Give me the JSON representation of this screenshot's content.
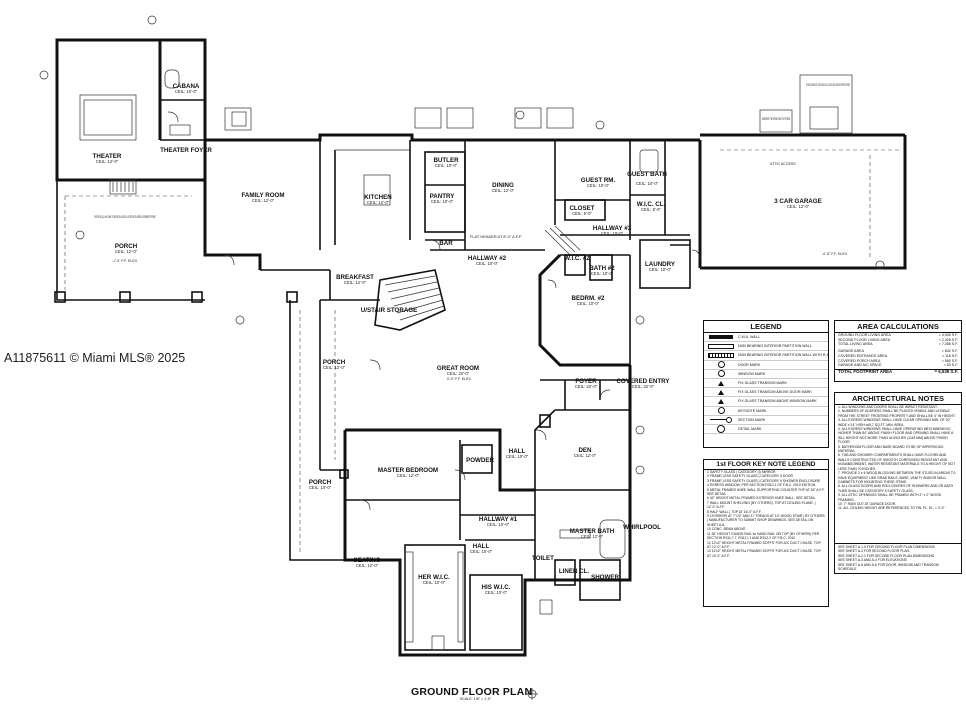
{
  "watermark": "A11875611 © Miami MLS® 2025",
  "plan_title": "GROUND FLOOR PLAN",
  "plan_scale": "SCALE: 1/8\" = 1'-0\"",
  "rooms": {
    "theater": {
      "name": "THEATER",
      "ceil": "CEIL: 12'-0\""
    },
    "cabana": {
      "name": "CABANA",
      "ceil": "CEIL: 10'-0\""
    },
    "theater_foyer": {
      "name": "THEATER FOYER",
      "ceil": ""
    },
    "porch_left": {
      "name": "PORCH",
      "ceil": "CEIL: 12'-0\""
    },
    "family_room": {
      "name": "FAMILY ROOM",
      "ceil": "CEIL: 12'-0\""
    },
    "kitchen": {
      "name": "KITCHEN",
      "ceil": "CEIL: 12'-0\""
    },
    "butler": {
      "name": "BUTLER",
      "ceil": "CEIL: 10'-0\""
    },
    "pantry": {
      "name": "PANTRY",
      "ceil": "CEIL: 10'-0\""
    },
    "bar": {
      "name": "BAR",
      "ceil": ""
    },
    "dining": {
      "name": "DINING",
      "ceil": "CEIL: 12'-0\""
    },
    "guest_rm": {
      "name": "GUEST RM.",
      "ceil": "CEIL: 10'-0\""
    },
    "closet": {
      "name": "CLOSET",
      "ceil": "CEIL: 9'-0\""
    },
    "guest_bath": {
      "name": "GUEST BATH",
      "ceil": "CEIL: 10'-0\""
    },
    "wic_cl": {
      "name": "W.I.C. CL.",
      "ceil": "CEIL: 9'-0\""
    },
    "garage": {
      "name": "3 CAR GARAGE",
      "ceil": "CEIL: 12'-0\""
    },
    "hallway3": {
      "name": "HALLWAY #3",
      "ceil": "CEIL: 10'-0\""
    },
    "hallway2": {
      "name": "HALLWAY #2",
      "ceil": "CEIL: 10'-0\""
    },
    "bath2": {
      "name": "BATH #2",
      "ceil": "CEIL: 10'-0\""
    },
    "wic2": {
      "name": "W.I.C. #2",
      "ceil": ""
    },
    "laundry": {
      "name": "LAUNDRY",
      "ceil": "CEIL: 10'-0\""
    },
    "breakfast": {
      "name": "BREAKFAST",
      "ceil": "CEIL: 12'-0\""
    },
    "ustair": {
      "name": "U/STAIR STORAGE",
      "ceil": ""
    },
    "bedroom2": {
      "name": "BEDRM. #2",
      "ceil": "CEIL: 10'-0\""
    },
    "porch_mid": {
      "name": "PORCH",
      "ceil": "CEIL: 12'-0\""
    },
    "great_room": {
      "name": "GREAT ROOM",
      "ceil": "CEIL: 22'-0\""
    },
    "foyer": {
      "name": "FOYER",
      "ceil": "CEIL: 22'-0\""
    },
    "covered_entry": {
      "name": "COVERED ENTRY",
      "ceil": "CEIL: 22'-0\""
    },
    "master_bedroom": {
      "name": "MASTER BEDROOM",
      "ceil": "CEIL: 12'-0\""
    },
    "powder": {
      "name": "POWDER",
      "ceil": ""
    },
    "hall": {
      "name": "HALL",
      "ceil": "CEIL: 10'-0\""
    },
    "den": {
      "name": "DEN",
      "ceil": "CEIL: 12'-0\""
    },
    "porch_low": {
      "name": "PORCH",
      "ceil": "CEIL: 10'-0\""
    },
    "hallway1": {
      "name": "HALLWAY #1",
      "ceil": "CEIL: 10'-0\""
    },
    "master_bath": {
      "name": "MASTER BATH",
      "ceil": "CEIL: 12'-0\""
    },
    "whirlpool": {
      "name": "WHIRLPOOL",
      "ceil": ""
    },
    "seating": {
      "name": "SEATING",
      "ceil": "CEIL: 12'-0\""
    },
    "hall_low": {
      "name": "HALL",
      "ceil": "CEIL: 10'-0\""
    },
    "her_wic": {
      "name": "HER W.I.C.",
      "ceil": "CEIL: 10'-0\""
    },
    "his_wic": {
      "name": "HIS W.I.C.",
      "ceil": "CEIL: 10'-0\""
    },
    "toilet": {
      "name": "TOILET",
      "ceil": ""
    },
    "linen_cl": {
      "name": "LINEN CL.",
      "ceil": ""
    },
    "shower": {
      "name": "SHOWER",
      "ceil": ""
    }
  },
  "legend": {
    "title": "LEGEND",
    "items": [
      "C.M.U. WALL",
      "NON BEARING INTERIOR PARTITION WALL",
      "NON BEARING INTERIOR PARTITION WALL WITH R-11 THERMAL BATT INSULATION",
      "DOOR MARK",
      "WINDOW MARK",
      "FIX GLASS TRANSOM MARK",
      "FIX GLASS TRANSOM ABOVE DOOR MARK",
      "FIX GLASS TRANSOM ABOVE WINDOW MARK",
      "KEYNOTE MARK",
      "SECTION MARK",
      "DETAIL MARK"
    ]
  },
  "area_calc": {
    "title": "AREA CALCULATIONS",
    "rows": [
      {
        "label": "GROUND FLOOR LIVING AREA",
        "value": "= 4,940 S.F."
      },
      {
        "label": "SECOND FLOOR LIVING AREA",
        "value": "= 2,326 S.F."
      },
      {
        "label": "TOTAL LIVING AREA",
        "value": "= 7,266 S.F."
      },
      {
        "label": "GARAGE AREA",
        "value": "= 842 S.F."
      },
      {
        "label": "COVERED ENTRANCE AREA",
        "value": "= 116 S.F."
      },
      {
        "label": "COVERED PORCH AREA",
        "value": "= 580 S.F."
      },
      {
        "label": "GARAGE AND A/C SPACE",
        "value": "= 53 S.F."
      }
    ],
    "total_label": "TOTAL FOOTPRINT AREA",
    "total_value": "= 6,539 S.F."
  },
  "arch_notes": {
    "title": "ARCHITECTURAL NOTES",
    "items": [
      "1. ALL WINDOWS AND DOORS SHALL BE IMPACT RESISTANT.",
      "2. NUMBERS OF ADDRESS SHALL BE PLACED VISIBLE AND LEGIBLE FROM THE STREET FRONTING PROPERTY AND SHALL BE 4\" IN HEIGHT.",
      "3. ALL EGRESS WINDOWS SHALL HAVE CLEAR OPENING MIN. OF 20\" WIDE x 24\" HIGH w/5.7 SQ.FT. MIN. AREA.",
      "4. ALL EGRESS WINDOWS SHALL HAVE OPERATING MECHANISM NO HIGHER THAN 54\" ABOVE FINISH FLOOR AND OPENING SHALL HAVE A SILL HEIGHT NOT MORE THAN 44 INCHES (1118 MM) ABOVE FINISH FLOOR.",
      "5. BATHROOM FLOOR AND BASE BOARD TO BE OF IMPERVIOUS MATERIAL.",
      "6. TUB AND SHOWER COMPARTMENTS SHALL HAVE FLOORS AND WALLS CONSTRUCTED OF SMOOTH CORROSION RESISTANT AND NONABSORBENT, WATER RESISTANT MATERIALS TO A HEIGHT OF NOT LESS THAN 70 INCHES.",
      "7. PROVIDE 2 x 4 WOOD BLOCKING BETWEEN THE STUDS IN AREAS TO HAVE EQUIPMENT LIKE GRAB RAILS, BASE, VANITY AND/OR WALL CABINETS FOR MOUNTING THESE ITEMS.",
      "8. ALL GLASS DOORS AND ENCLOSURES OF SHOWERS AND OR BATH TUBS SHALL BE CATEGORY II SAFETY GLASS.",
      "9. ALL ATTIC OPENINGS SHALL BE FRAMED WITH 2\" x 2\" WOOD FRAMING.",
      "10. 7\" RAIN OUT AT GARAGE DOOR.",
      "11. ALL CEILING HEIGHT ARE REFERENCED TO FIN. FL. EL. = 0'-0\""
    ],
    "sheet_refs": [
      "SEE SHEET A-1.0 FOR GROUND FLOOR PLAN DIMENSIONS",
      "SEE SHEET A-2 FOR SECOND FLOOR PLAN",
      "SEE SHEET A-2.1 FOR SECOND FLOOR PLAN DIMENSIONS",
      "SEE SHEET A-3 AND A-4 FOR ELEVATIONS",
      "SEE SHEET A-5 AND A-6 FOR DOOR, WINDOW AND TRANSOM SCHEDULE"
    ]
  },
  "keynote": {
    "title": "1st FLOOR KEY NOTE LEGEND",
    "items": [
      "1  SAFETY GLASS | CATEGORY (I) MIRROR",
      "2  FRAME LESS SAFETY GLASS | CATEGORY II DOOR",
      "3  FRAME LESS SAFETY GLASS | CATEGORY II SHOWER ENCLOSURE",
      "4  EGRESS WINDOW, PER SECTION R310.1 OF F.B.C. 2010 EDITION",
      "5  METAL FRAMED KNEE WALL SUPPORTING COUNTER TOP AT 36\" A.F.F. SEE DETAIL",
      "6  42\" HEIGHT METAL FRAMED EXTERIOR KNEE WALL. SEE DETAIL",
      "7  WALL MOUNT SHELVING (BY OTHERS), TOP AT CEILING PLANE. | 12'-0\" A.F.F.",
      "8  HALF WALL | TOP AT 16'-0\" A.F.F.",
      "9  19 RISERS AT 7\"1/2\" AND 17 TREADS AT 10\" WOOD STAIR | BY OTHERS | MANUFACTURER TO SUBMIT SHOP DRAWINGS. SEE DETAIL ON SHEET A-8.",
      "10 CONC. BEAM ABOVE",
      "11 36\" HEIGHT GUARD RAIL w/ HAND RAIL ON TOP (BY OTHERS) PER SECTION R311.7.7, R312 | 1 AND R312.2 OF F.B.C. 2010",
      "12 12'x2\" HEIGHT METAL FRAMED SOFFIT FOR A/C DUCT CHASE. TOP AT 12'-0\" A.F.F.",
      "13 12'x2\" HEIGHT METAL FRAMED SOFFIT FOR A/C DUCT CHASE. TOP AT 10'-0\" A.F.F."
    ]
  },
  "annotations": {
    "future_bbq": "FUTURE B.B.Q. AND SINK TO BE INSTALLED AT A LATER DATE UNDER A SEPARATE PERMIT",
    "future_generator": "FUTURE GENERATOR TO BE INSTALLED AT A LATER DATE UNDER A SEPARATE PERMIT",
    "water_filtration": "WATER FILTRATION SYSTEM",
    "attic_access": "ATTIC ACCESS",
    "flat_header": "FLAT HEADER AT 8'-0\" A.F.F.",
    "floor_elev": "0'-0\" F.F. ELEV.",
    "porch_elev": "-1'-0\" F.F. ELEV.",
    "garage_elev": "-0'-8\" F.F. ELEV."
  }
}
